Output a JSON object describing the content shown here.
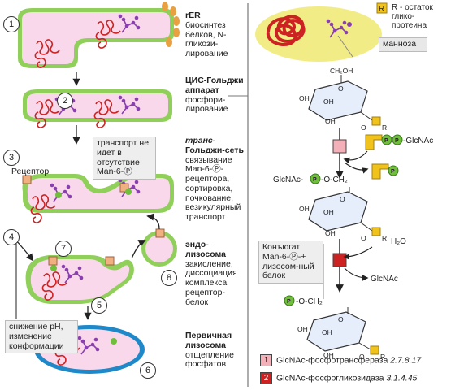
{
  "colors": {
    "membrane_outer": "#8fcf5a",
    "membrane_inner": "#f8d8ea",
    "protein": "#cc2222",
    "glycan": "#8a3fb0",
    "phosphate": "#6fbf3a",
    "r_residue": "#f0c21a",
    "enzyme1": "#f4b0b8",
    "enzyme2": "#cc2222",
    "arrow": "#222222"
  },
  "steps": [
    "1",
    "2",
    "3",
    "4",
    "5",
    "6",
    "7",
    "8"
  ],
  "stages": {
    "rer": {
      "title": "rER",
      "text": "биосинтез белков, N-гликози-лирование"
    },
    "cis": {
      "title": "ЦИС-Гольджи аппарат",
      "text": "фосфори-лирование"
    },
    "trans": {
      "title_italic": "транс",
      "title_rest": "-Гольджи-сеть",
      "text": "связывание Man-6-Ⓟ-рецептора, сортировка, почкование, везикулярный транспорт"
    },
    "endo": {
      "title": "эндо-лизосома",
      "text": "закисление, диссоциация комплекса рецептор-белок"
    },
    "primary": {
      "title": "Первичная лизосома",
      "text": "отщепление фосфатов"
    }
  },
  "labels": {
    "receptor": "Рецептор",
    "transport_note": "транспорт не идет в отсутствие Man-6-Ⓟ",
    "ph_note": "снижение pH, изменение конформации",
    "r_legend": "R - остаток глико-протеина",
    "r_letter": "R",
    "mannose": "манноза",
    "conjugate": "Конъюгат Man-6-Ⓟ-+ лизосом-ный белок",
    "glcnac_top": "-GlcNAc",
    "glcnac_left": "GlcNAc-",
    "o_ch2": "-O-CH₂",
    "ch2oh": "CH₂OH",
    "h2o": "H₂O",
    "glcnac_out": "GlcNAc",
    "p": "P",
    "oh": "OH",
    "o": "O"
  },
  "legend": [
    {
      "num": "1",
      "text": "GlcNAc-фосфотрансфераза",
      "ec": "2.7.8.17"
    },
    {
      "num": "2",
      "text": "GlcNAc-фосфогликозидаза",
      "ec": "3.1.4.45"
    }
  ]
}
